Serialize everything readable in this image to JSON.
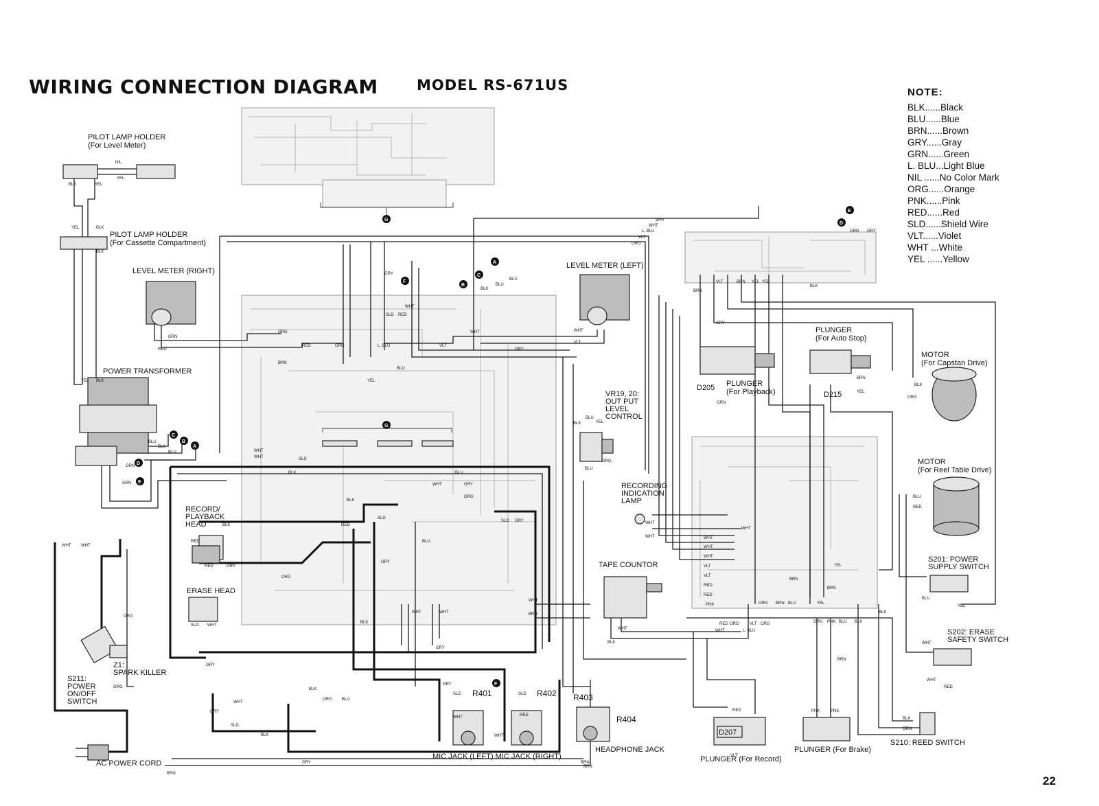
{
  "header": {
    "title": "WIRING CONNECTION DIAGRAM",
    "model": "MODEL RS-671US"
  },
  "note": {
    "title": "NOTE:",
    "legend": [
      "BLK......Black",
      "BLU......Blue",
      "BRN......Brown",
      "GRY......Gray",
      "GRN......Green",
      "L. BLU...Light Blue",
      "NIL ......No Color Mark",
      "ORG......Orange",
      "PNK......Pink",
      "RED......Red",
      "SLD......Shield Wire",
      "VLT......Violet",
      "WHT ...White",
      "YEL ......Yellow"
    ]
  },
  "labels": {
    "pilot_lamp_level": "PILOT LAMP HOLDER",
    "pilot_lamp_level_sub": "(For Level Meter)",
    "pilot_lamp_cassette": "PILOT LAMP HOLDER",
    "pilot_lamp_cassette_sub": "(For Cassette Compartment)",
    "level_meter_right": "LEVEL METER (RIGHT)",
    "level_meter_left": "LEVEL METER (LEFT)",
    "power_transformer": "POWER TRANSFORMER",
    "record_head_1": "RECORD/",
    "record_head_2": "PLAYBACK",
    "record_head_3": "HEAD",
    "erase_head": "ERASE HEAD",
    "s211_1": "S211:",
    "s211_2": "POWER",
    "s211_3": "ON/OFF",
    "s211_4": "SWITCH",
    "z1_1": "Z1:",
    "z1_2": "SPARK KILLER",
    "ac_cord": "AC POWER CORD",
    "r401": "R401",
    "r402": "R402",
    "r403": "R403",
    "r404": "R404",
    "mic_jacks": "MIC JACK (LEFT) MIC JACK (RIGHT)",
    "headphone_jack": "HEADPHONE JACK",
    "vr_1": "VR19, 20:",
    "vr_2": "OUT PUT",
    "vr_3": "LEVEL",
    "vr_4": "CONTROL",
    "rec_lamp_1": "RECORDING",
    "rec_lamp_2": "INDICATION",
    "rec_lamp_3": "LAMP",
    "tape_counter": "TAPE COUNTOR",
    "plunger_playback_1": "PLUNGER",
    "plunger_playback_2": "(For Playback)",
    "d205": "D205",
    "plunger_autostop_1": "PLUNGER",
    "plunger_autostop_2": "(For Auto Stop)",
    "d215": "D215",
    "motor_capstan_1": "MOTOR",
    "motor_capstan_2": "(For Capstan Drive)",
    "motor_reel_1": "MOTOR",
    "motor_reel_2": "(For Reel Table Drive)",
    "s201_1": "S201: POWER",
    "s201_2": "SUPPLY SWITCH",
    "s202_1": "S202: ERASE",
    "s202_2": "SAFETY SWITCH",
    "s210": "S210: REED SWITCH",
    "plunger_brake": "PLUNGER (For Brake)",
    "d207": "D207",
    "plunger_record": "PLUNGER (For Record)"
  },
  "markers": [
    "A",
    "B",
    "C",
    "D",
    "E",
    "F",
    "G"
  ],
  "wire_tags": {
    "nil": "NIL",
    "blk": "BLK",
    "yel": "YEL",
    "grn": "GRN",
    "red": "RED",
    "wht": "WHT",
    "blu": "BLU",
    "gry": "GRY",
    "org": "ORG",
    "brn": "BRN",
    "sld": "SLD",
    "vlt": "VLT",
    "lblu": "L. BLU",
    "pnk": "PNK"
  },
  "page": {
    "number": "22"
  }
}
